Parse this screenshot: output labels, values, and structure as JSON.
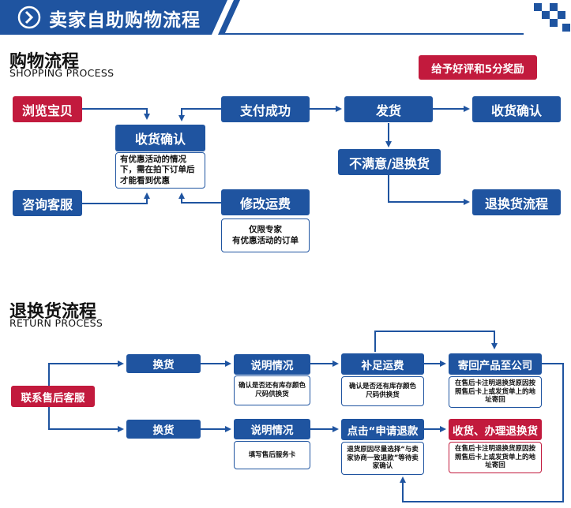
{
  "header": {
    "title": "卖家自助购物流程"
  },
  "shopping": {
    "title": "购物流程",
    "subtitle": "SHOPPING PROCESS",
    "reward": "给予好评和5分奖励",
    "browse": "浏览宝贝",
    "consult": "咨询客服",
    "confirm": "收货确认",
    "confirm_note": "有优惠活动的情况下，需在拍下订单后才能看到优惠",
    "pay": "支付成功",
    "modify": "修改运费",
    "modify_note_1": "仅限专家",
    "modify_note_2": "有优惠活动的订单",
    "ship": "发货",
    "receive": "收货确认",
    "unhappy": "不满意/退换货",
    "return_flow": "退换货流程"
  },
  "returns": {
    "title": "退换货流程",
    "subtitle": "RETURN PROCESS",
    "contact": "联系售后客服",
    "exchange_1": "换货",
    "exchange_2": "换货",
    "explain_1": "说明情况",
    "explain_2": "说明情况",
    "explain_note_1": "确认是否还有库存颜色尺码供换货",
    "explain_note_2": "填写售后服务卡",
    "topup": "补足运费",
    "topup_note": "确认是否还有库存颜色尺码供换货",
    "apply": "点击“申请退款",
    "apply_note": "退货原因尽量选择“与卖家协商一致退款”等待卖家确认",
    "sendback": "寄回产品至公司",
    "sendback_note": "在售后卡注明退换货原因按照售后卡上或发货单上的地址寄回",
    "refund": "收货、办理退换货",
    "refund_note": "在售后卡注明退换货原因按照售后卡上或发货单上的地址寄回"
  },
  "colors": {
    "blue": "#1f54a0",
    "red": "#c21a3d"
  }
}
